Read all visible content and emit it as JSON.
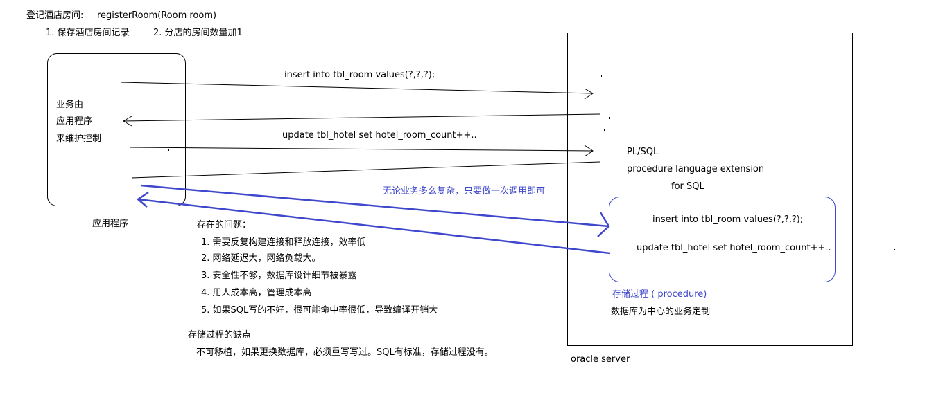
{
  "header": {
    "title_cn": "登记酒店房间:",
    "title_method": "registerRoom(Room room)",
    "step1": "1.  保存酒店房间记录",
    "step2": "2. 分店的房间数量加1"
  },
  "app_box": {
    "line1": "业务由",
    "line2": "应用程序",
    "line3": "来维护控制",
    "caption": "应用程序"
  },
  "arrows": {
    "insert_label": "insert into tbl_room values(?,?,?);",
    "update_label": "update tbl_hotel  set hotel_room_count++..",
    "call_label": "无论业务多么复杂，只要做一次调用即可"
  },
  "server": {
    "plsql": "PL/SQL",
    "extension": "procedure language extension",
    "for_sql": "for SQL",
    "caption": "oracle server"
  },
  "procedure": {
    "insert_sql": "insert into tbl_room values(?,?,?);",
    "update_sql": "update tbl_hotel  set hotel_room_count++..",
    "label": "存储过程  ( procedure)",
    "subtitle": "数据库为中心的业务定制"
  },
  "problems": {
    "title": "存在的问题：",
    "items": [
      "1.  需要反复构建连接和释放连接，效率低",
      "2. 网络延迟大，网络负载大。",
      "3.  安全性不够，数据库设计细节被暴露",
      "4.  用人成本高，管理成本高",
      "5.  如果SQL写的不好，很可能命中率很低，导致编译开销大"
    ]
  },
  "drawbacks": {
    "title": "存储过程的缺点",
    "text": "不可移植，如果更换数据库，必须重写写过。SQL有标准，存储过程没有。"
  },
  "colors": {
    "line": "#000000",
    "accent": "#3f48cc"
  }
}
